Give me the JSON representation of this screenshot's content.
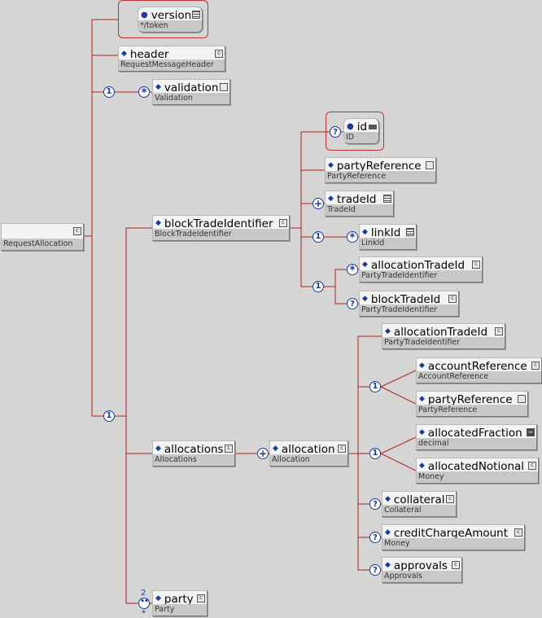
{
  "root": {
    "name": "RequestAllocation"
  },
  "version": {
    "name": "version",
    "type": "*/token"
  },
  "header": {
    "name": "header",
    "type": "RequestMessageHeader"
  },
  "validation": {
    "name": "validation",
    "type": "Validation",
    "mult": "1",
    "card": "*"
  },
  "seq_main": {
    "mult": "1"
  },
  "blockTradeIdentifier": {
    "name": "blockTradeIdentifier",
    "type": "BlockTradeIdentifier"
  },
  "id": {
    "name": "id",
    "type": "ID",
    "card": "?"
  },
  "partyReference1": {
    "name": "partyReference",
    "type": "PartyReference"
  },
  "tradeId": {
    "name": "tradeId",
    "type": "TradeId",
    "card": "+"
  },
  "linkId": {
    "name": "linkId",
    "type": "LinkId",
    "mult": "1",
    "card": "*"
  },
  "seq_alloc1": {
    "mult": "1"
  },
  "allocationTradeId1": {
    "name": "allocationTradeId",
    "type": "PartyTradeIdentifier",
    "card": "*"
  },
  "blockTradeId": {
    "name": "blockTradeId",
    "type": "PartyTradeIdentifier",
    "card": "?"
  },
  "allocations": {
    "name": "allocations",
    "type": "Allocations"
  },
  "allocation": {
    "name": "allocation",
    "type": "Allocation",
    "card": "+"
  },
  "allocationTradeId2": {
    "name": "allocationTradeId",
    "type": "PartyTradeIdentifier"
  },
  "seq_acc": {
    "mult": "1"
  },
  "accountReference": {
    "name": "accountReference",
    "type": "AccountReference"
  },
  "partyReference2": {
    "name": "partyReference",
    "type": "PartyReference"
  },
  "seq_frac": {
    "mult": "1"
  },
  "allocatedFraction": {
    "name": "allocatedFraction",
    "type": "decimal"
  },
  "allocatedNotional": {
    "name": "allocatedNotional",
    "type": "Money"
  },
  "collateral": {
    "name": "collateral",
    "type": "Collateral",
    "card": "?"
  },
  "creditChargeAmount": {
    "name": "creditChargeAmount",
    "type": "Money",
    "card": "?"
  },
  "approvals": {
    "name": "approvals",
    "type": "Approvals",
    "card": "?"
  },
  "party": {
    "name": "party",
    "type": "Party",
    "card_min": "2",
    "card_max": "*",
    "card": "••"
  }
}
